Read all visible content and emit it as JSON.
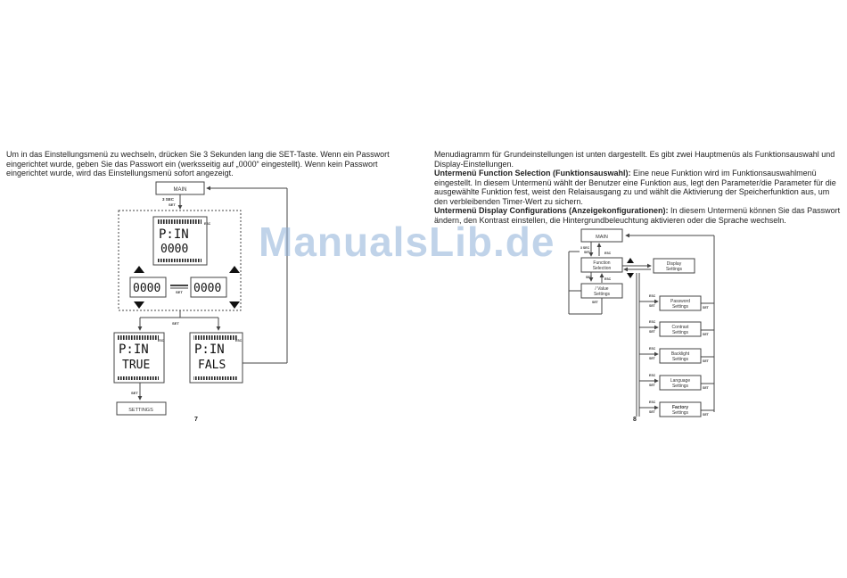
{
  "left": {
    "paragraph": "Um in das Einstellungsmenü zu wechseln, drücken Sie 3 Sekunden lang die SET-Taste. Wenn ein Passwort eingerichtet wurde, geben Sie das Passwort ein (werksseitig auf „0000“ eingestellt). Wenn kein Passwort eingerichtet wurde, wird das Einstellungsmenü sofort angezeigt.",
    "page_number": "7",
    "diagram": {
      "main_label": "MAIN",
      "hold_label": "3 SEC",
      "set_label": "SET",
      "esc_label": "ESC",
      "pin_label": "P:IN",
      "pin_value": "0000",
      "digit_left": "0000",
      "digit_right": "0000",
      "true_label": "TRUE",
      "fals_label": "FALS",
      "settings_label": "SETTINGS"
    }
  },
  "right": {
    "intro": "Menudiagramm für Grundeinstellungen ist unten dargestellt. Es gibt zwei Hauptmenüs als Funktionsauswahl und Display-Einstellungen.",
    "h1": "Untermenü Function Selection (Funktionsauswahl):",
    "p1": " Eine neue Funktion wird im Funktionsauswahlmenü eingestellt. In diesem Untermenü wählt der Benutzer eine Funktion aus, legt den Parameter/die Parameter für die ausgewählte Funktion fest, weist den Relaisausgang zu und wählt die Aktivierung der Speicherfunktion aus, um den verbleibenden Timer-Wert zu sichern.",
    "h2": "Untermenü Display Configurations (Anzeigekonfigurationen):",
    "p2": " In diesem Untermenü können Sie das Passwort ändern, den Kontrast einstellen, die Hintergrundbeleuchtung aktivieren oder die Sprache wechseln.",
    "page_number": "8",
    "diagram": {
      "main": "MAIN",
      "hold": "3 SEC",
      "set": "SET",
      "esc": "ESC",
      "function_1": "Function",
      "function_2": "Selection",
      "display_1": "Display",
      "display_2": "Settings",
      "value_1": "/ Value",
      "value_2": "Settings",
      "items": [
        {
          "l1": "Password",
          "l2": "Settings"
        },
        {
          "l1": "Contrast",
          "l2": "Settings"
        },
        {
          "l1": "Backlight",
          "l2": "Settings"
        },
        {
          "l1": "Language",
          "l2": "Settings"
        },
        {
          "l1": "Factory",
          "l2": "Settings"
        }
      ]
    }
  },
  "watermark": "ManualsLib.de"
}
